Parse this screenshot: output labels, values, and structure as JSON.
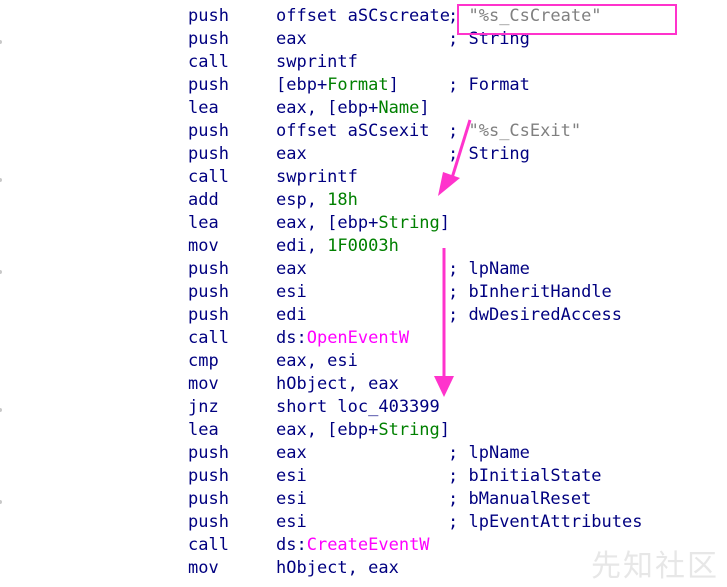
{
  "lines": [
    {
      "mn": "push",
      "op": [
        {
          "t": "offset aSCscreate",
          "c": ""
        }
      ],
      "cm": [
        {
          "t": "; ",
          "c": "cmt"
        },
        {
          "t": "\"%s_CsCreate\"",
          "c": "str"
        }
      ]
    },
    {
      "mn": "push",
      "op": [
        {
          "t": "eax",
          "c": ""
        }
      ],
      "cm": [
        {
          "t": "; ",
          "c": "cmt"
        },
        {
          "t": "String",
          "c": "cmt"
        }
      ]
    },
    {
      "mn": "call",
      "op": [
        {
          "t": "swprintf",
          "c": ""
        }
      ],
      "cm": []
    },
    {
      "mn": "push",
      "op": [
        {
          "t": "[ebp+",
          "c": ""
        },
        {
          "t": "Format",
          "c": "kw"
        },
        {
          "t": "]",
          "c": ""
        }
      ],
      "cm": [
        {
          "t": "; ",
          "c": "cmt"
        },
        {
          "t": "Format",
          "c": "cmt"
        }
      ]
    },
    {
      "mn": "lea",
      "op": [
        {
          "t": "eax, [ebp+",
          "c": ""
        },
        {
          "t": "Name",
          "c": "kw"
        },
        {
          "t": "]",
          "c": ""
        }
      ],
      "cm": []
    },
    {
      "mn": "push",
      "op": [
        {
          "t": "offset aSCsexit",
          "c": ""
        }
      ],
      "cm": [
        {
          "t": "; ",
          "c": "cmt"
        },
        {
          "t": "\"%s_CsExit\"",
          "c": "str"
        }
      ]
    },
    {
      "mn": "push",
      "op": [
        {
          "t": "eax",
          "c": ""
        }
      ],
      "cm": [
        {
          "t": "; ",
          "c": "cmt"
        },
        {
          "t": "String",
          "c": "cmt"
        }
      ]
    },
    {
      "mn": "call",
      "op": [
        {
          "t": "swprintf",
          "c": ""
        }
      ],
      "cm": []
    },
    {
      "mn": "add",
      "op": [
        {
          "t": "esp, ",
          "c": ""
        },
        {
          "t": "18h",
          "c": "num"
        }
      ],
      "cm": []
    },
    {
      "mn": "lea",
      "op": [
        {
          "t": "eax, [ebp+",
          "c": ""
        },
        {
          "t": "String",
          "c": "kw"
        },
        {
          "t": "]",
          "c": ""
        }
      ],
      "cm": []
    },
    {
      "mn": "mov",
      "op": [
        {
          "t": "edi, ",
          "c": ""
        },
        {
          "t": "1F0003h",
          "c": "num"
        }
      ],
      "cm": []
    },
    {
      "mn": "push",
      "op": [
        {
          "t": "eax",
          "c": ""
        }
      ],
      "cm": [
        {
          "t": "; ",
          "c": "cmt"
        },
        {
          "t": "lpName",
          "c": "cmt"
        }
      ]
    },
    {
      "mn": "push",
      "op": [
        {
          "t": "esi",
          "c": ""
        }
      ],
      "cm": [
        {
          "t": "; ",
          "c": "cmt"
        },
        {
          "t": "bInheritHandle",
          "c": "cmt"
        }
      ]
    },
    {
      "mn": "push",
      "op": [
        {
          "t": "edi",
          "c": ""
        }
      ],
      "cm": [
        {
          "t": "; ",
          "c": "cmt"
        },
        {
          "t": "dwDesiredAccess",
          "c": "cmt"
        }
      ]
    },
    {
      "mn": "call",
      "op": [
        {
          "t": "ds:",
          "c": ""
        },
        {
          "t": "OpenEventW",
          "c": "fn"
        }
      ],
      "cm": []
    },
    {
      "mn": "cmp",
      "op": [
        {
          "t": "eax, esi",
          "c": ""
        }
      ],
      "cm": []
    },
    {
      "mn": "mov",
      "op": [
        {
          "t": "hObject, eax",
          "c": ""
        }
      ],
      "cm": []
    },
    {
      "mn": "jnz",
      "op": [
        {
          "t": "short loc_403399",
          "c": ""
        }
      ],
      "cm": []
    },
    {
      "mn": "lea",
      "op": [
        {
          "t": "eax, [ebp+",
          "c": ""
        },
        {
          "t": "String",
          "c": "kw"
        },
        {
          "t": "]",
          "c": ""
        }
      ],
      "cm": []
    },
    {
      "mn": "push",
      "op": [
        {
          "t": "eax",
          "c": ""
        }
      ],
      "cm": [
        {
          "t": "; ",
          "c": "cmt"
        },
        {
          "t": "lpName",
          "c": "cmt"
        }
      ]
    },
    {
      "mn": "push",
      "op": [
        {
          "t": "esi",
          "c": ""
        }
      ],
      "cm": [
        {
          "t": "; ",
          "c": "cmt"
        },
        {
          "t": "bInitialState",
          "c": "cmt"
        }
      ]
    },
    {
      "mn": "push",
      "op": [
        {
          "t": "esi",
          "c": ""
        }
      ],
      "cm": [
        {
          "t": "; ",
          "c": "cmt"
        },
        {
          "t": "bManualReset",
          "c": "cmt"
        }
      ]
    },
    {
      "mn": "push",
      "op": [
        {
          "t": "esi",
          "c": ""
        }
      ],
      "cm": [
        {
          "t": "; ",
          "c": "cmt"
        },
        {
          "t": "lpEventAttributes",
          "c": "cmt"
        }
      ]
    },
    {
      "mn": "call",
      "op": [
        {
          "t": "ds:",
          "c": ""
        },
        {
          "t": "CreateEventW",
          "c": "fn"
        }
      ],
      "cm": []
    },
    {
      "mn": "mov",
      "op": [
        {
          "t": "hObject, eax",
          "c": ""
        }
      ],
      "cm": []
    }
  ],
  "annotation": {
    "color": "#ff33cc",
    "shape": "highlight-box-and-arrows"
  },
  "watermark": "先知社区"
}
